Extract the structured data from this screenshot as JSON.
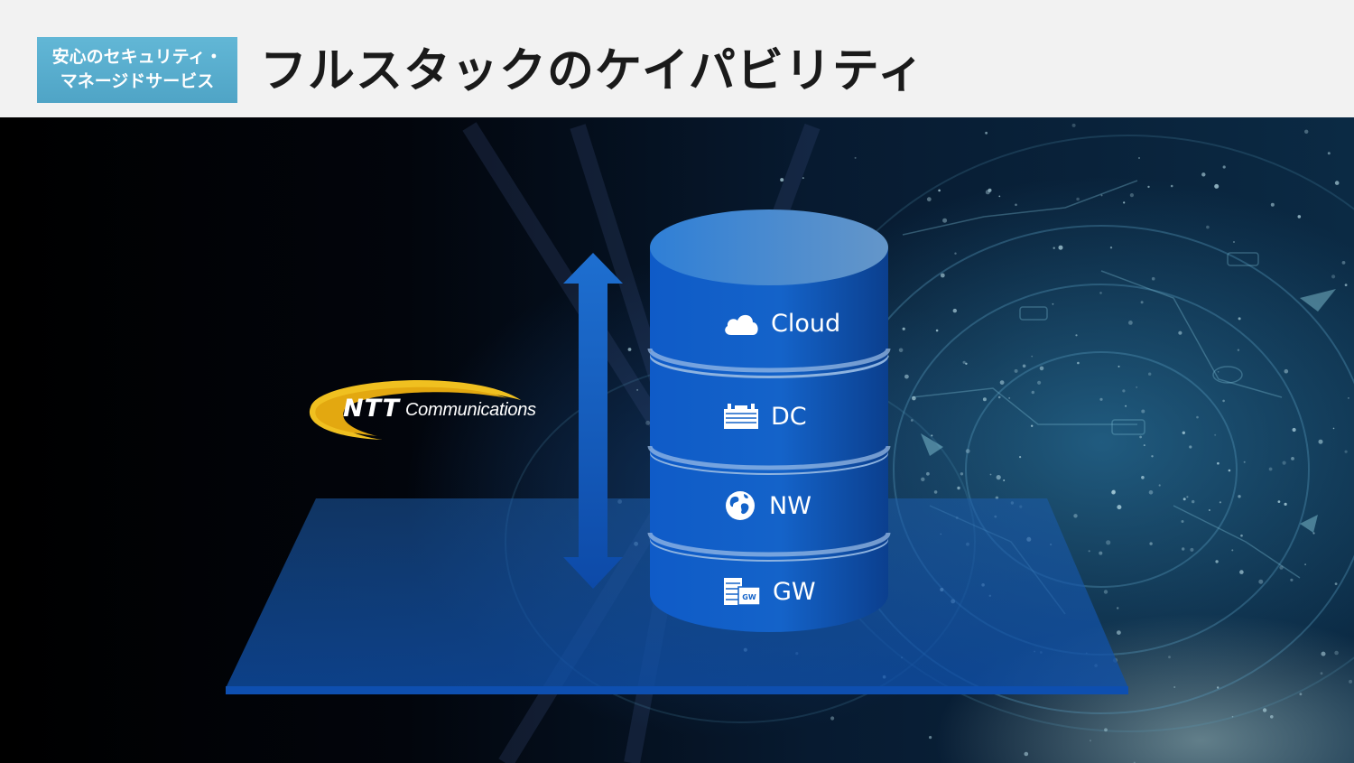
{
  "header": {
    "badge_line1": "安心のセキュリティ・",
    "badge_line2": "マネージドサービス",
    "title": "フルスタックのケイパビリティ"
  },
  "logo": {
    "ntt": "NTT",
    "communications": "Communications"
  },
  "layers": [
    {
      "label": "Cloud",
      "icon": "cloud-icon"
    },
    {
      "label": "DC",
      "icon": "datacenter-icon"
    },
    {
      "label": "NW",
      "icon": "globe-icon"
    },
    {
      "label": "GW",
      "icon": "gateway-icon",
      "icon_text": "GW"
    }
  ],
  "colors": {
    "header_bg": "#f2f2f2",
    "badge": "#55a9c9",
    "cylinder": "#1358b8",
    "platform": "#0e4a9a"
  }
}
